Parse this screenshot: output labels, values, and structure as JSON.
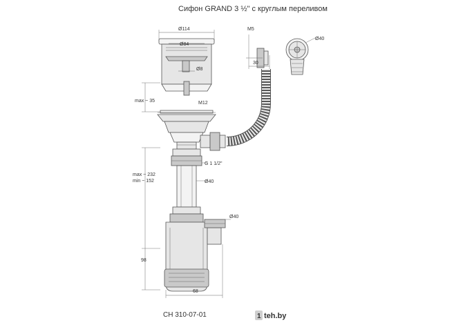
{
  "title": "Сифон  GRAND  3 ½\" с круглым переливом",
  "product_code": "CH 310-07-01",
  "watermark": "teh.by",
  "dimensions": {
    "d114": "Ø114",
    "d84": "Ø84",
    "d8": "Ø8",
    "m5": "M5",
    "d30": "30",
    "d40_overflow": "Ø40",
    "max35": "max ~ 35",
    "m12": "M12",
    "g112": "G 1 1/2\"",
    "max232": "max ~ 232",
    "min152": "min ~ 152",
    "d40_tube": "Ø40",
    "d40_outlet": "Ø40",
    "h98": "98",
    "w68": "68"
  },
  "colors": {
    "line": "#555555",
    "fill": "#e6e6e6",
    "text": "#333333"
  }
}
